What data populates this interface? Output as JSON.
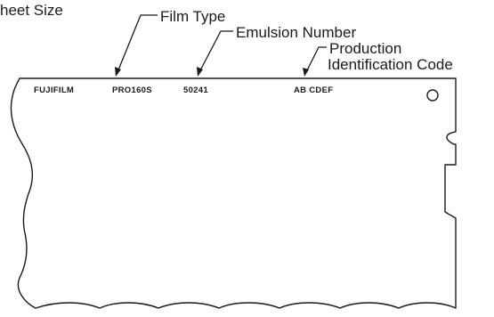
{
  "callouts": {
    "sheet_size": "heet Size",
    "film_type": "Film Type",
    "emulsion_number": "Emulsion Number",
    "production_line1": "Production",
    "production_line2": "Identification Code"
  },
  "edge_printing": {
    "brand": "FUJIFILM",
    "film_type": "PRO160S",
    "emulsion_number": "50241",
    "production_code": "AB CDEF"
  }
}
